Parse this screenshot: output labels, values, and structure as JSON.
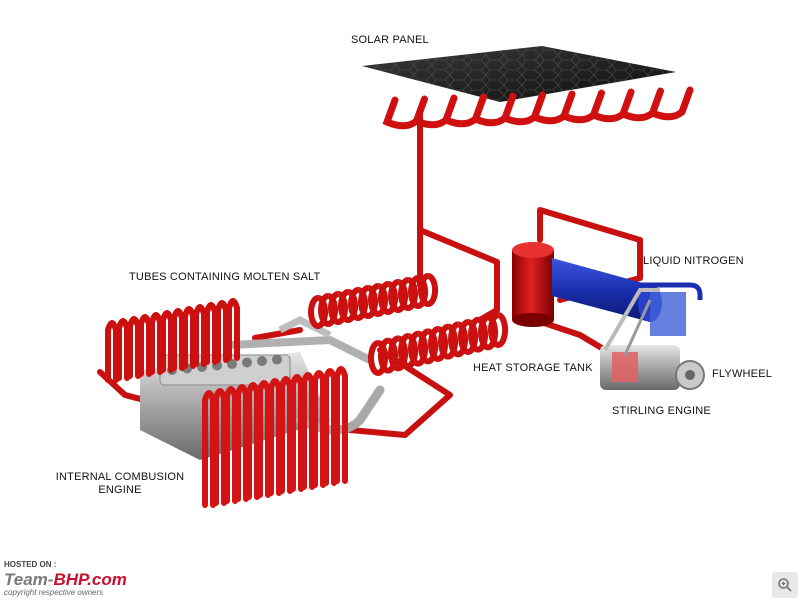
{
  "labels": {
    "solar_panel": "SOLAR PANEL",
    "tubes": "TUBES CONTAINING MOLTEN SALT",
    "liquid_nitrogen": "LIQUID NITROGEN",
    "heat_storage_tank": "HEAT STORAGE TANK",
    "flywheel": "FLYWHEEL",
    "stirling_engine": "STIRLING ENGINE",
    "ice_line1": "INTERNAL COMBUSION",
    "ice_line2": "ENGINE"
  },
  "watermark": {
    "hosted_on": "HOSTED ON :",
    "brand_team": "Team-",
    "brand_bhp": "BHP.com",
    "copyright": "copyright respective owners"
  },
  "colors": {
    "tube_red": "#d01010",
    "panel_dark": "#1e1e1e",
    "nitrogen_blue": "#1a2fb0",
    "engine_grey": "#9a9a9a"
  },
  "icons": {
    "zoom": "zoom-icon"
  }
}
